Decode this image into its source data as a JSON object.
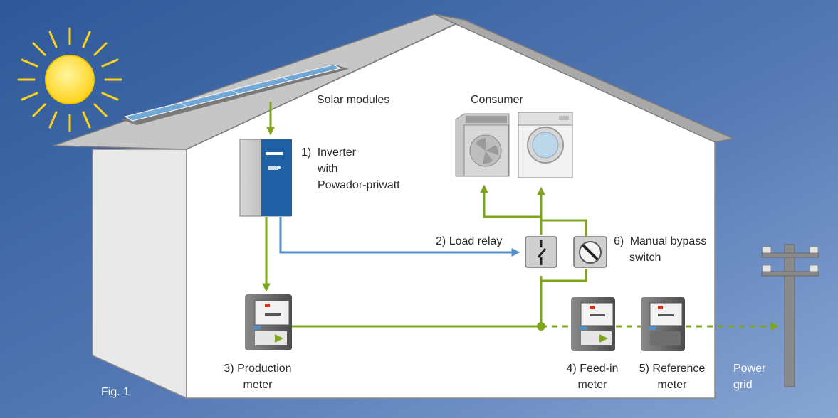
{
  "figure_label": "Fig. 1",
  "labels": {
    "solar_modules": "Solar modules",
    "consumer": "Consumer",
    "inverter": {
      "number": "1)",
      "line1": "Inverter",
      "line2": "with",
      "line3": "Powador-priwatt"
    },
    "load_relay": {
      "number": "2)",
      "text": "Load relay"
    },
    "bypass_switch": {
      "number": "6)",
      "line1": "Manual bypass",
      "line2": "switch"
    },
    "production_meter": {
      "line1": "3) Production",
      "line2": "meter"
    },
    "feedin_meter": {
      "line1": "4) Feed-in",
      "line2": "meter"
    },
    "reference_meter": {
      "line1": "5) Reference",
      "line2": "meter"
    },
    "power_grid": {
      "line1": "Power",
      "line2": "grid"
    }
  },
  "colors": {
    "power_line": "#7fa51c",
    "signal_line": "#4f8ec9",
    "background_top": "#2f5b9c",
    "background_bottom": "#7f9fcf",
    "house_wall": "#ffffff",
    "roof": "#bdbdbd"
  },
  "icons": {
    "sun": "sun-icon",
    "solar_panel": "solar-panel-icon",
    "inverter": "inverter-icon",
    "heat_pump": "heat-pump-icon",
    "washing_machine": "washing-machine-icon",
    "relay": "relay-switch-icon",
    "bypass": "rotary-switch-icon",
    "meter": "electricity-meter-icon",
    "utility_pole": "utility-pole-icon"
  }
}
